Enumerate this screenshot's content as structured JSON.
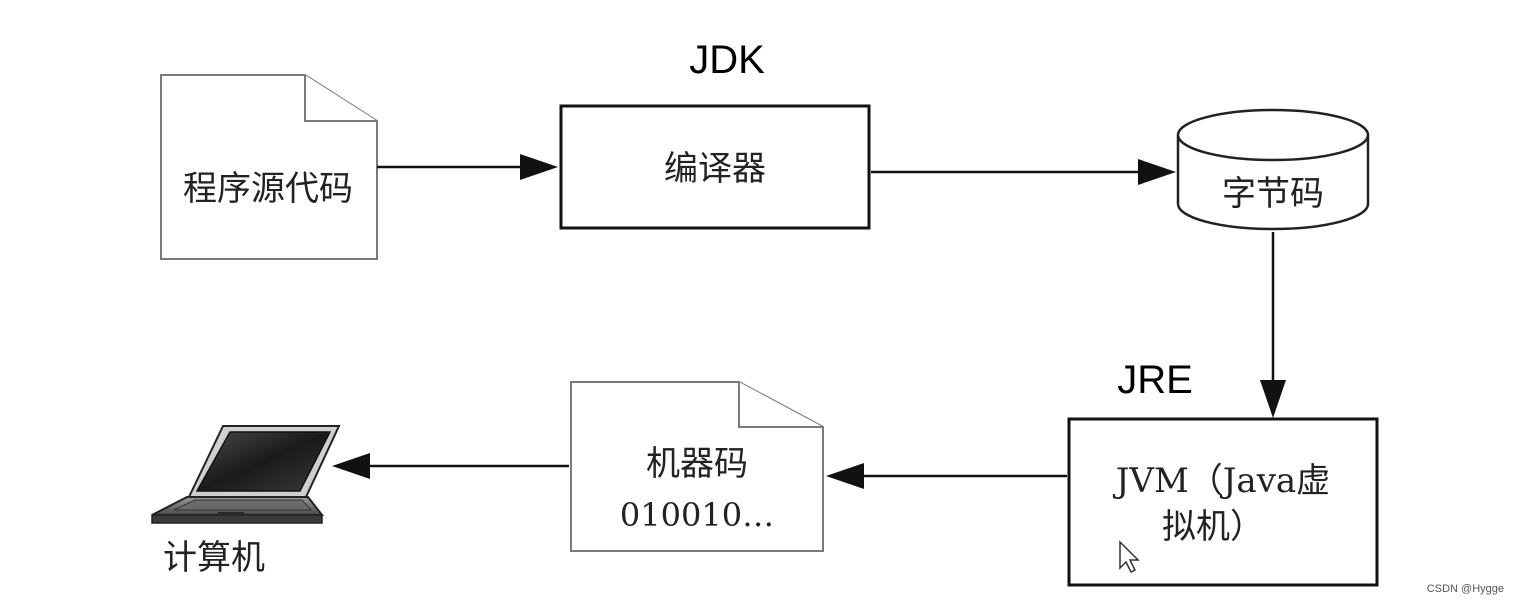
{
  "labels": {
    "jdk": "JDK",
    "jre": "JRE",
    "source_code": "程序源代码",
    "compiler": "编译器",
    "bytecode": "字节码",
    "jvm_line1": "JVM（Java虚",
    "jvm_line2": "拟机）",
    "machine_code": "机器码",
    "machine_bits": "010010…",
    "computer": "计算机"
  },
  "watermark": "CSDN @Hygge",
  "colors": {
    "stroke": "#111111",
    "doc_outline": "#7a7a7a",
    "text": "#222222"
  },
  "icons": {
    "computer": "laptop-icon",
    "cursor": "mouse-pointer-icon"
  }
}
